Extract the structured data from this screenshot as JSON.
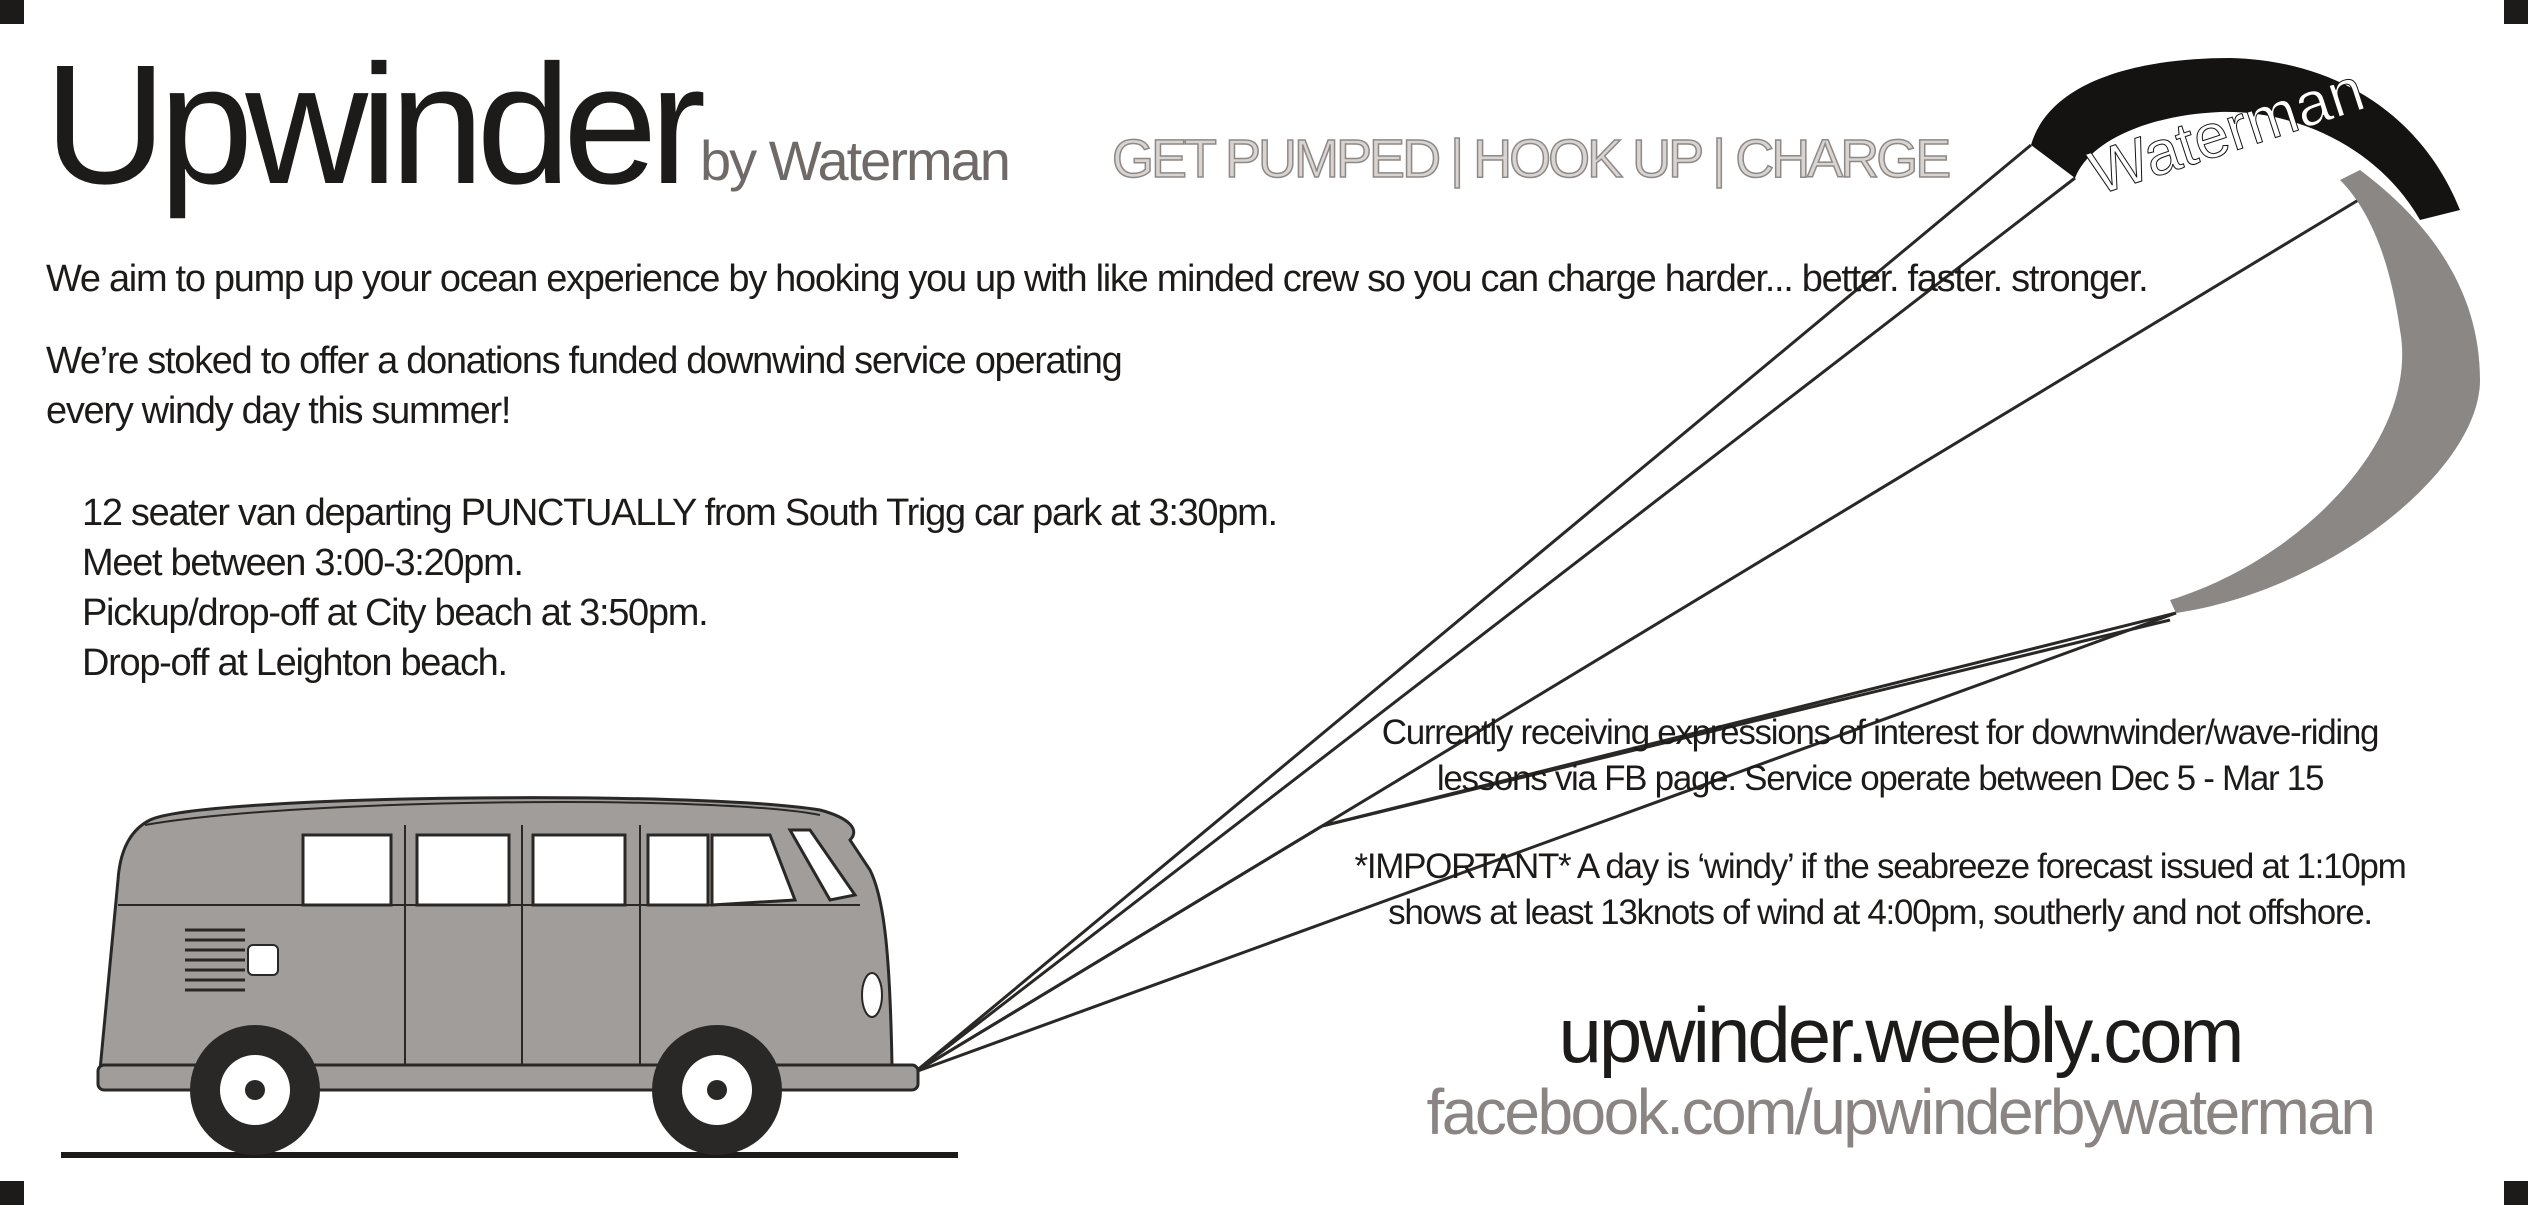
{
  "header": {
    "title": "Upwinder",
    "byline": "by Waterman",
    "tagline": "GET PUMPED | HOOK UP | CHARGE"
  },
  "kite": {
    "logo_text": "Waterman"
  },
  "intro": {
    "mission": "We aim to pump up your ocean experience by hooking you up with like minded crew so you can charge harder... better. faster. stronger.",
    "offer_line1": "We’re stoked to offer a donations funded downwind service operating",
    "offer_line2": "every windy day this summer!"
  },
  "details": [
    "12 seater van departing PUNCTUALLY from South Trigg car park at 3:30pm.",
    "Meet between 3:00-3:20pm.",
    "Pickup/drop-off at City beach at 3:50pm.",
    "Drop-off at Leighton beach."
  ],
  "info": {
    "interest_line1": "Currently receiving expressions of interest for downwinder/wave-riding",
    "interest_line2": "lessons via FB page.  Service operate between Dec 5 - Mar 15",
    "important_line1": "*IMPORTANT* A day is ‘windy’ if the seabreeze forecast issued at 1:10pm",
    "important_line2": "shows at least 13knots of wind at 4:00pm, southerly and not offshore."
  },
  "links": {
    "website": "upwinder.weebly.com",
    "facebook": "facebook.com/upwinderbywaterman"
  },
  "colors": {
    "ink": "#1d1b1a",
    "grey": "#8a8582",
    "van": "#a19d9a"
  }
}
